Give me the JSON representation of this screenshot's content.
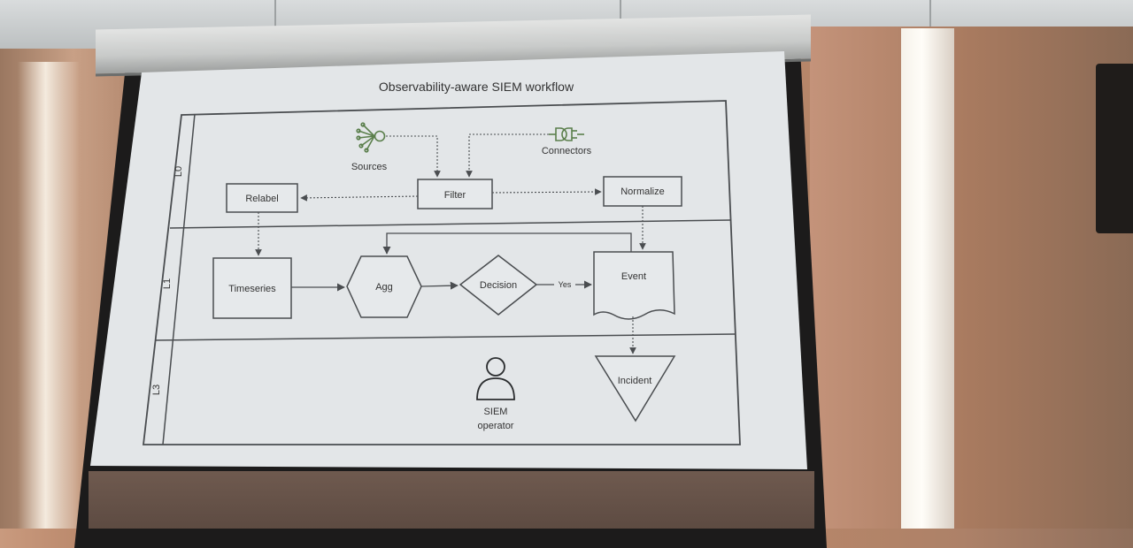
{
  "slide": {
    "title": "Observability-aware SIEM workflow",
    "lanes": [
      "L0",
      "L1",
      "L3"
    ],
    "nodes": {
      "sources": "Sources",
      "connectors": "Connectors",
      "filter": "Filter",
      "relabel": "Relabel",
      "normalize": "Normalize",
      "timeseries": "Timeseries",
      "agg": "Agg",
      "decision": "Decision",
      "event": "Event",
      "incident": "Incident",
      "operator_line1": "SIEM",
      "operator_line2": "operator"
    },
    "edge_labels": {
      "yes": "Yes"
    }
  },
  "colors": {
    "slide_bg": "#e3e6e8",
    "line": "#4a4d50",
    "accent_green": "#5b7f4c"
  },
  "icons": [
    "sources-icon",
    "connectors-plug-icon",
    "operator-person-icon"
  ]
}
